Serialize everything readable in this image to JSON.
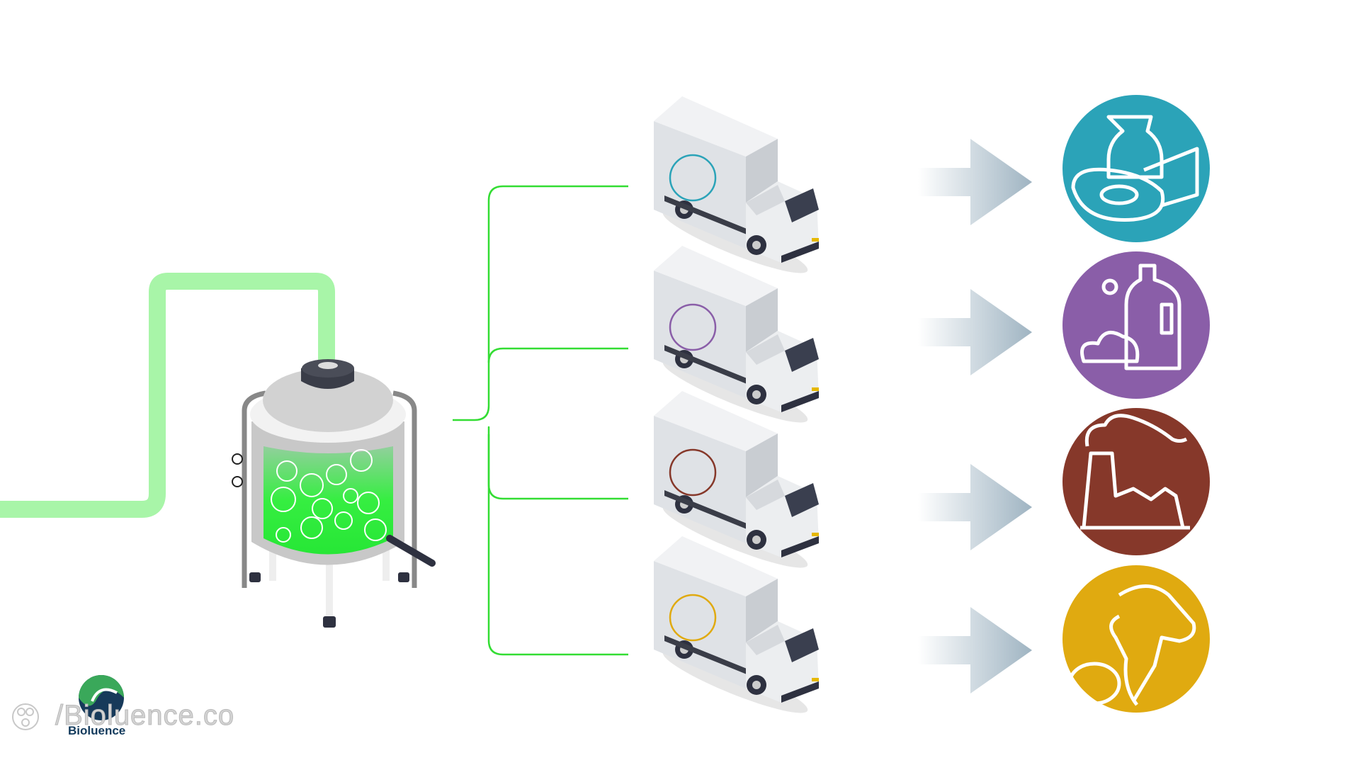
{
  "watermark": {
    "text": "/Bioluence.co",
    "icon": "film-reel-icon"
  },
  "logo": {
    "name": "Bioluence",
    "colors": {
      "green": "#3aa85a",
      "navy": "#173a5a"
    }
  },
  "colors": {
    "pipe": "#a8f5a8",
    "bracket": "#33dd33",
    "tank_liquid": "#2ef03a",
    "truck_body": "#e6e8ea"
  },
  "destinations": [
    {
      "id": "food",
      "icon": "food-dairy-meat-cheese-icon",
      "color": "#2ba3b8"
    },
    {
      "id": "cleaning",
      "icon": "detergent-bottle-bubbles-icon",
      "color": "#8a5ea8"
    },
    {
      "id": "industry",
      "icon": "factory-icon",
      "color": "#86382a"
    },
    {
      "id": "animal",
      "icon": "livestock-cow-goat-icon",
      "color": "#e0aa10"
    }
  ]
}
